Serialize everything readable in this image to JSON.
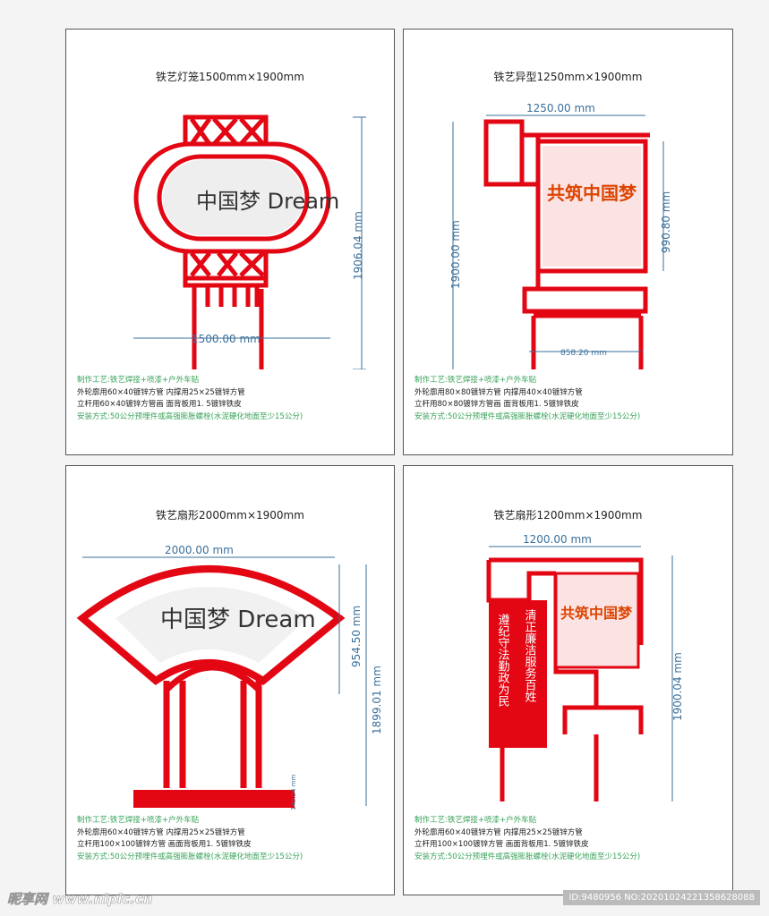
{
  "panels": [
    {
      "title": "铁艺灯笼1500mm×1900mm",
      "dims": {
        "width": "1500.00 mm",
        "height": "1906.04 mm"
      },
      "spec": [
        "制作工艺:铁艺焊接+喷漆+户外车贴",
        "外轮廓用60×40镀锌方管 内撑用25×25镀锌方管",
        "立杆用60×40镀锌方管画 面背板用1. 5镀锌铁皮",
        "安装方式:50公分预埋件或高强膨胀螺栓(水泥硬化地面至少15公分)"
      ],
      "poster": "中国梦 Dream"
    },
    {
      "title": "铁艺异型1250mm×1900mm",
      "dims": {
        "width": "1250.00 mm",
        "height": "1900.00 mm",
        "inner_height": "990.80 mm",
        "inner_width": "858.20 mm"
      },
      "spec": [
        "制作工艺:铁艺焊接+喷漆+户外车贴",
        "外轮廓用80×80镀锌方管 内撑用40×40镀锌方管",
        "立杆用80×80镀锌方管画 面背板用1. 5镀锌铁皮",
        "安装方式:50公分预埋件或高强膨胀螺栓(水泥硬化地面至少15公分)"
      ],
      "poster": "共筑中国梦"
    },
    {
      "title": "铁艺扇形2000mm×1900mm",
      "dims": {
        "width": "2000.00 mm",
        "height": "1899.01 mm",
        "inner_height": "954.50 mm",
        "base_height": "142.24 mm"
      },
      "spec": [
        "制作工艺:铁艺焊接+喷漆+户外车贴",
        "外轮廓用60×40镀锌方管 内撑用25×25镀锌方管",
        "立杆用100×100镀锌方管 画面背板用1. 5镀锌铁皮",
        "安装方式:50公分预埋件或高强膨胀螺栓(水泥硬化地面至少15公分)"
      ],
      "poster": "中国梦 Dream"
    },
    {
      "title": "铁艺扇形1200mm×1900mm",
      "dims": {
        "width": "1200.00 mm",
        "height": "1900.04 mm"
      },
      "spec": [
        "制作工艺:铁艺焊接+喷漆+户外车贴",
        "外轮廓用60×40镀锌方管 内撑用25×25镀锌方管",
        "立杆用100×100镀锌方管 画面背板用1. 5镀锌铁皮",
        "安装方式:50公分预埋件或高强膨胀螺栓(水泥硬化地面至少15公分)"
      ],
      "poster": "共筑中国梦",
      "slogan": [
        "清正廉洁服务百姓",
        "遵纪守法勤政为民"
      ]
    }
  ],
  "watermark": "昵享网 www.nipic.cn",
  "image_id": "ID:9480956 NO:20201024221358628088",
  "colors": {
    "frame": "#e30613",
    "dimension": "#3a6f9a",
    "spec_green": "#3aa35a"
  }
}
